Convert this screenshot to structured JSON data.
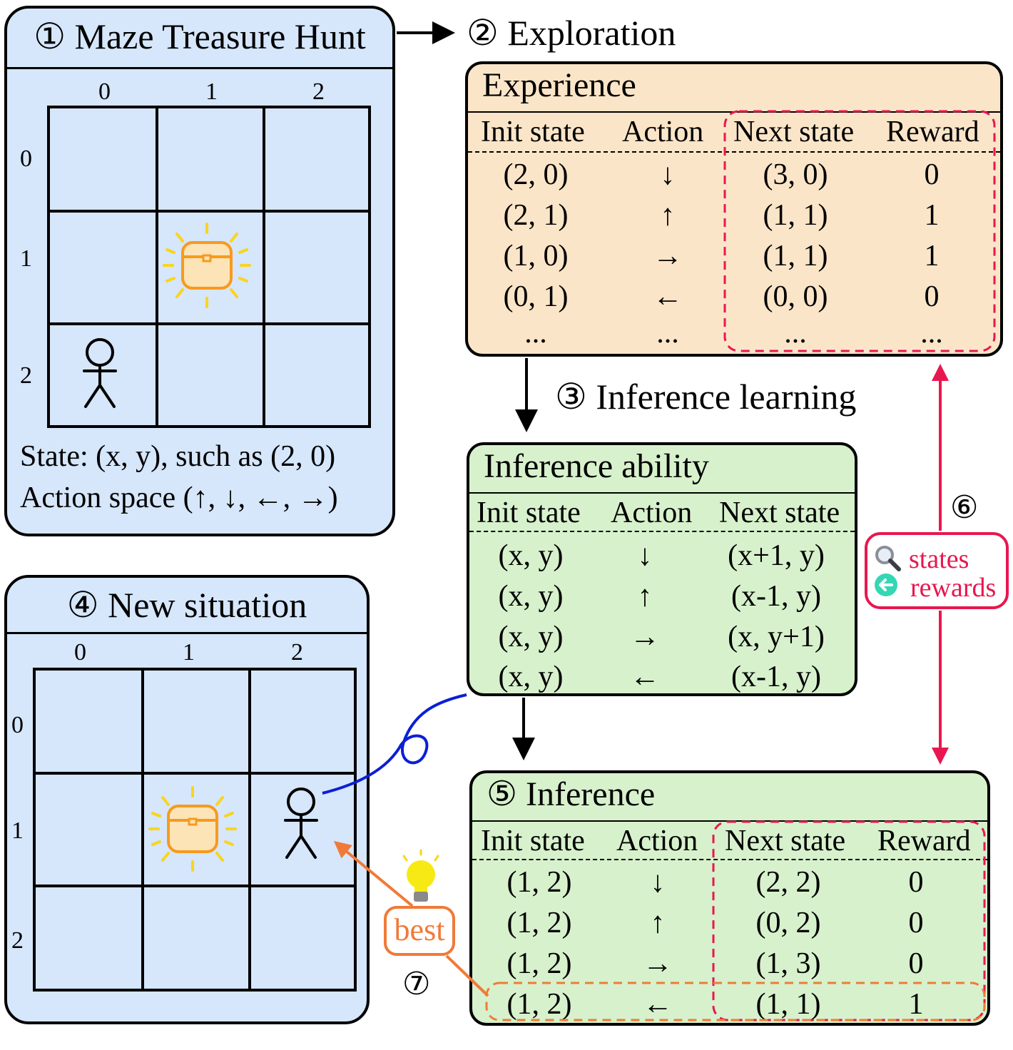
{
  "panel1": {
    "title": "① Maze Treasure Hunt",
    "cols": [
      "0",
      "1",
      "2"
    ],
    "rows": [
      "0",
      "1",
      "2"
    ],
    "state_line": "State: (x, y), such as (2, 0)",
    "action_line": "Action space (↑, ↓, ←, →)"
  },
  "exploration_label": "② Exploration",
  "experience": {
    "title": "Experience",
    "headers": [
      "Init state",
      "Action",
      "Next state",
      "Reward"
    ],
    "rows": [
      [
        "(2, 0)",
        "↓",
        "(3, 0)",
        "0"
      ],
      [
        "(2, 1)",
        "↑",
        "(1, 1)",
        "1"
      ],
      [
        "(1, 0)",
        "→",
        "(1, 1)",
        "1"
      ],
      [
        "(0, 1)",
        "←",
        "(0, 0)",
        "0"
      ],
      [
        "...",
        "...",
        "...",
        "..."
      ]
    ]
  },
  "inference_learning_label": "③ Inference learning",
  "inference_ability": {
    "title": "Inference ability",
    "headers": [
      "Init state",
      "Action",
      "Next state"
    ],
    "rows": [
      [
        "(x, y)",
        "↓",
        "(x+1, y)"
      ],
      [
        "(x, y)",
        "↑",
        "(x-1,  y)"
      ],
      [
        "(x, y)",
        "→",
        "(x, y+1)"
      ],
      [
        "(x, y)",
        "←",
        "(x-1,  y)"
      ]
    ]
  },
  "panel4": {
    "title": "④ New situation",
    "cols": [
      "0",
      "1",
      "2"
    ],
    "rows": [
      "0",
      "1",
      "2"
    ]
  },
  "inference": {
    "title": "⑤ Inference",
    "headers": [
      "Init state",
      "Action",
      "Next state",
      "Reward"
    ],
    "rows": [
      [
        "(1, 2)",
        "↓",
        "(2, 2)",
        "0"
      ],
      [
        "(1, 2)",
        "↑",
        "(0, 2)",
        "0"
      ],
      [
        "(1, 2)",
        "→",
        "(1, 3)",
        "0"
      ],
      [
        "(1, 2)",
        "←",
        "(1, 1)",
        "1"
      ]
    ]
  },
  "step6": {
    "number": "⑥",
    "states": "states",
    "rewards": "rewards"
  },
  "step7": {
    "number": "⑦",
    "best": "best"
  },
  "colors": {
    "blue_panel": "#d6e6fb",
    "experience": "#fbe5c8",
    "green": "#d7f1cc",
    "pink": "#e8174f",
    "orange": "#f07a38",
    "treasure": "#f79a1e",
    "link": "#0b1fd6"
  }
}
